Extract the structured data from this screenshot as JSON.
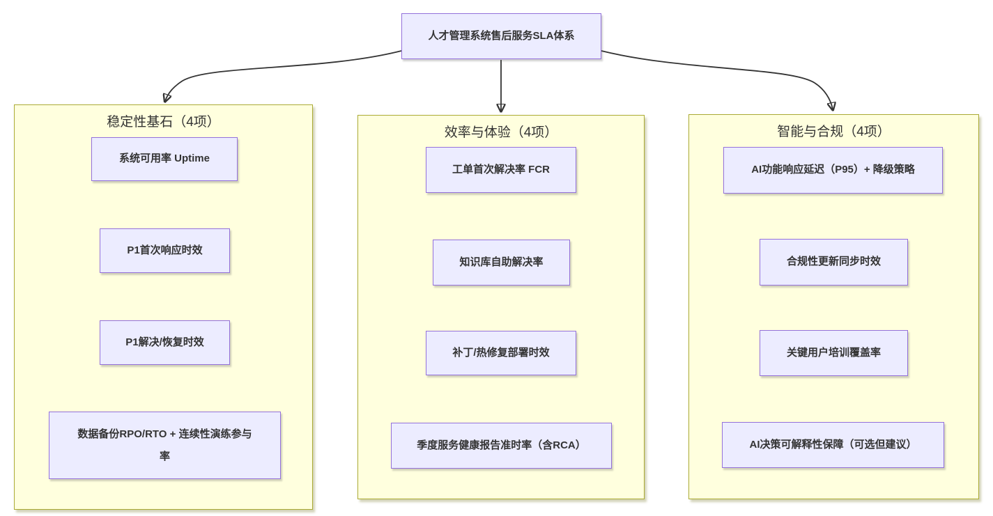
{
  "diagram": {
    "root": {
      "label": "人才管理系统售后服务SLA体系"
    },
    "columns": [
      {
        "title": "稳定性基石（4项）",
        "items": [
          {
            "label": "系统可用率 Uptime"
          },
          {
            "label": "P1首次响应时效"
          },
          {
            "label": "P1解决/恢复时效"
          },
          {
            "label": "数据备份RPO/RTO + 连续性演练参与率"
          }
        ]
      },
      {
        "title": "效率与体验（4项）",
        "items": [
          {
            "label": "工单首次解决率 FCR"
          },
          {
            "label": "知识库自助解决率"
          },
          {
            "label": "补丁/热修复部署时效"
          },
          {
            "label": "季度服务健康报告准时率（含RCA）"
          }
        ]
      },
      {
        "title": "智能与合规（4项）",
        "items": [
          {
            "label": "AI功能响应延迟（P95）+ 降级策略"
          },
          {
            "label": "合规性更新同步时效"
          },
          {
            "label": "关键用户培训覆盖率"
          },
          {
            "label": "AI决策可解释性保障（可选但建议）"
          }
        ]
      }
    ],
    "colors": {
      "node_fill": "#ECECFF",
      "node_border": "#9370DB",
      "cluster_fill": "#FFFFDE",
      "cluster_border": "#AAAA33",
      "edge": "#333333",
      "text": "#333333"
    }
  }
}
